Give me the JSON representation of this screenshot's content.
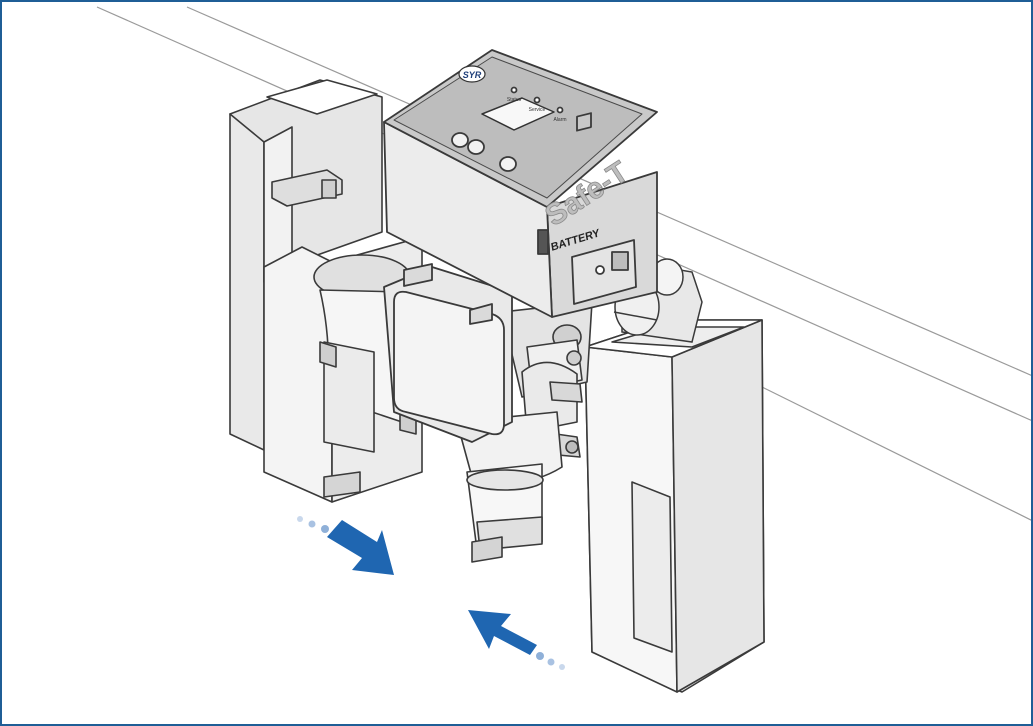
{
  "device": {
    "brand_logo": "SYR",
    "product_name": "Safe-T",
    "side_label": "BATTERY",
    "status_leds": [
      {
        "label": "Status"
      },
      {
        "label": "Service"
      },
      {
        "label": "Alarm"
      }
    ],
    "buttons": [
      "up-button",
      "down-button",
      "confirm-button"
    ]
  },
  "colors": {
    "frame": "#1f5e96",
    "arrow": "#1f66b1",
    "arrow_dots": "#8fb0d8",
    "line": "#3a3a3a",
    "fill_light": "#f2f2f2",
    "fill_mid": "#e2e2e2",
    "fill_dark": "#cfcfcf"
  },
  "icons": [
    "arrow-right-down-icon",
    "arrow-left-up-icon"
  ]
}
